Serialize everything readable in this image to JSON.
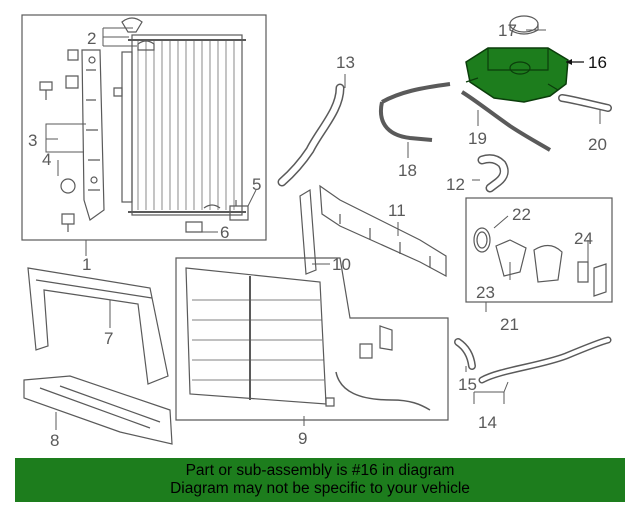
{
  "diagram": {
    "callouts": {
      "c1": "1",
      "c2": "2",
      "c3": "3",
      "c4": "4",
      "c5": "5",
      "c6": "6",
      "c7": "7",
      "c8": "8",
      "c9": "9",
      "c10": "10",
      "c11": "11",
      "c12": "12",
      "c13": "13",
      "c14": "14",
      "c15": "15",
      "c16": "16",
      "c17": "17",
      "c18": "18",
      "c19": "19",
      "c20": "20",
      "c21": "21",
      "c22": "22",
      "c23": "23",
      "c24": "24"
    },
    "highlighted_part": "16",
    "highlight_color": "#1d7d1d",
    "line_color": "#5a5a5a"
  },
  "banner": {
    "line1": "Part or sub-assembly is #16 in diagram",
    "line2": "Diagram may not be specific to your vehicle",
    "background": "#1d7d1d"
  }
}
